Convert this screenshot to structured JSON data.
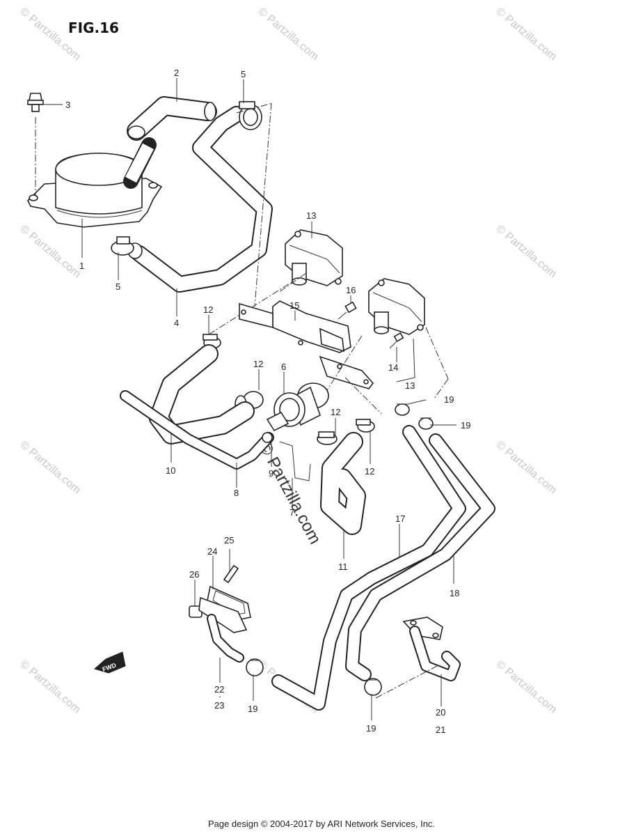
{
  "figure": {
    "title": "FIG.16"
  },
  "watermark": {
    "text": "© Partzilla.com"
  },
  "callouts": {
    "c1": "1",
    "c2": "2",
    "c3": "3",
    "c4": "4",
    "c5a": "5",
    "c5b": "5",
    "c6": "6",
    "c7": "7",
    "c8": "8",
    "c9": "9",
    "c10": "10",
    "c11": "11",
    "c12a": "12",
    "c12b": "12",
    "c12c": "12",
    "c12d": "12",
    "c13a": "13",
    "c13b": "13",
    "c14": "14",
    "c15": "15",
    "c16": "16",
    "c17": "17",
    "c18": "18",
    "c19a": "19",
    "c19b": "19",
    "c19c": "19",
    "c19d": "19",
    "c20": "20",
    "c21": "21",
    "c22": "22",
    "c23": "23",
    "c24": "24",
    "c25": "25",
    "c26": "26"
  },
  "fwd_label": "FWD",
  "footer": {
    "text": "Page design © 2004-2017 by ARI Network Services, Inc."
  }
}
